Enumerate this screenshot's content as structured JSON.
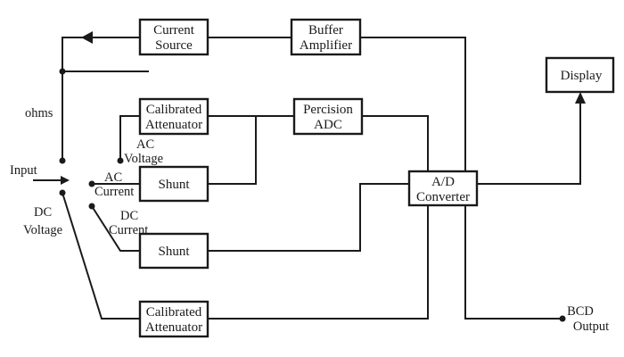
{
  "title": "Digital multimeter block diagram",
  "blocks": {
    "current_source": [
      "Current",
      "Source"
    ],
    "buffer_amplifier": [
      "Buffer",
      "Amplifier"
    ],
    "display": [
      "Display"
    ],
    "calibrated_attenuator_ac": [
      "Calibrated",
      "Attenuator"
    ],
    "precision_adc": [
      "Percision",
      "ADC"
    ],
    "shunt_ac": [
      "Shunt"
    ],
    "ad_converter": [
      "A/D",
      "Converter"
    ],
    "shunt_dc": [
      "Shunt"
    ],
    "calibrated_attenuator_dc": [
      "Calibrated",
      "Attenuator"
    ]
  },
  "labels": {
    "ohms": "ohms",
    "input": "Input",
    "ac_voltage": [
      "AC",
      "Voltage"
    ],
    "ac_current": [
      "AC",
      "Current"
    ],
    "dc_current": [
      "DC",
      "Current"
    ],
    "dc_voltage": [
      "DC",
      "Voltage"
    ],
    "bcd_output": [
      "BCD",
      "Output"
    ]
  }
}
